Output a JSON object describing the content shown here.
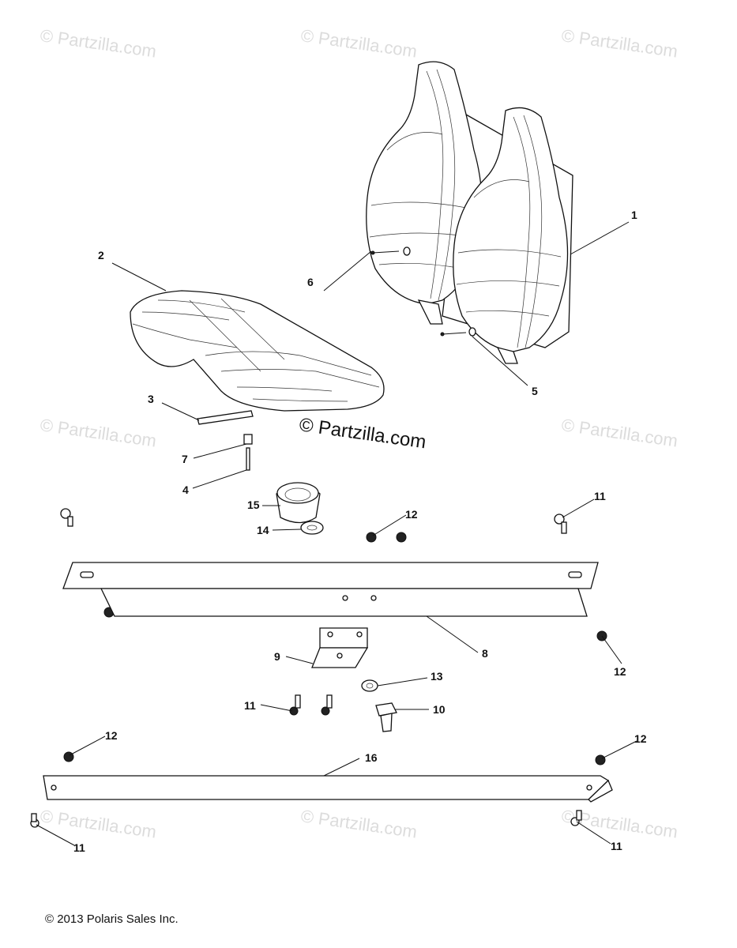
{
  "callouts": [
    {
      "id": "1",
      "label": "1"
    },
    {
      "id": "2",
      "label": "2"
    },
    {
      "id": "3",
      "label": "3"
    },
    {
      "id": "4",
      "label": "4"
    },
    {
      "id": "5",
      "label": "5"
    },
    {
      "id": "6",
      "label": "6"
    },
    {
      "id": "7",
      "label": "7"
    },
    {
      "id": "8",
      "label": "8"
    },
    {
      "id": "9",
      "label": "9"
    },
    {
      "id": "10",
      "label": "10"
    },
    {
      "id": "11a",
      "label": "11"
    },
    {
      "id": "11b",
      "label": "11"
    },
    {
      "id": "11c",
      "label": "11"
    },
    {
      "id": "11d",
      "label": "11"
    },
    {
      "id": "12a",
      "label": "12"
    },
    {
      "id": "12b",
      "label": "12"
    },
    {
      "id": "12c",
      "label": "12"
    },
    {
      "id": "12d",
      "label": "12"
    },
    {
      "id": "13",
      "label": "13"
    },
    {
      "id": "14",
      "label": "14"
    },
    {
      "id": "15",
      "label": "15"
    },
    {
      "id": "16",
      "label": "16"
    }
  ],
  "watermark": {
    "text": "© Partzilla.com",
    "center_text": "© Partzilla.com"
  },
  "copyright": "© 2013 Polaris Sales Inc."
}
